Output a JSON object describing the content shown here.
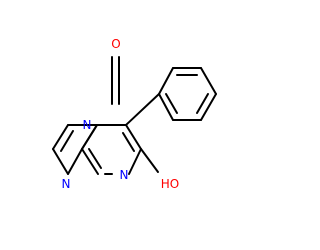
{
  "molecule": {
    "atoms": {
      "carbonyl_oxygen": {
        "symbol": "O",
        "color": "#ff0000"
      },
      "ring_nitrogen_bridge": {
        "symbol": "N",
        "color": "#0000ff"
      },
      "ring_nitrogen_lower_left": {
        "symbol": "N",
        "color": "#0000ff"
      },
      "ring_nitrogen_lower_right": {
        "symbol": "N",
        "color": "#0000ff"
      },
      "hydroxyl": {
        "symbol": "HO",
        "color": "#ff0000"
      }
    },
    "bond_color": "#000000"
  }
}
